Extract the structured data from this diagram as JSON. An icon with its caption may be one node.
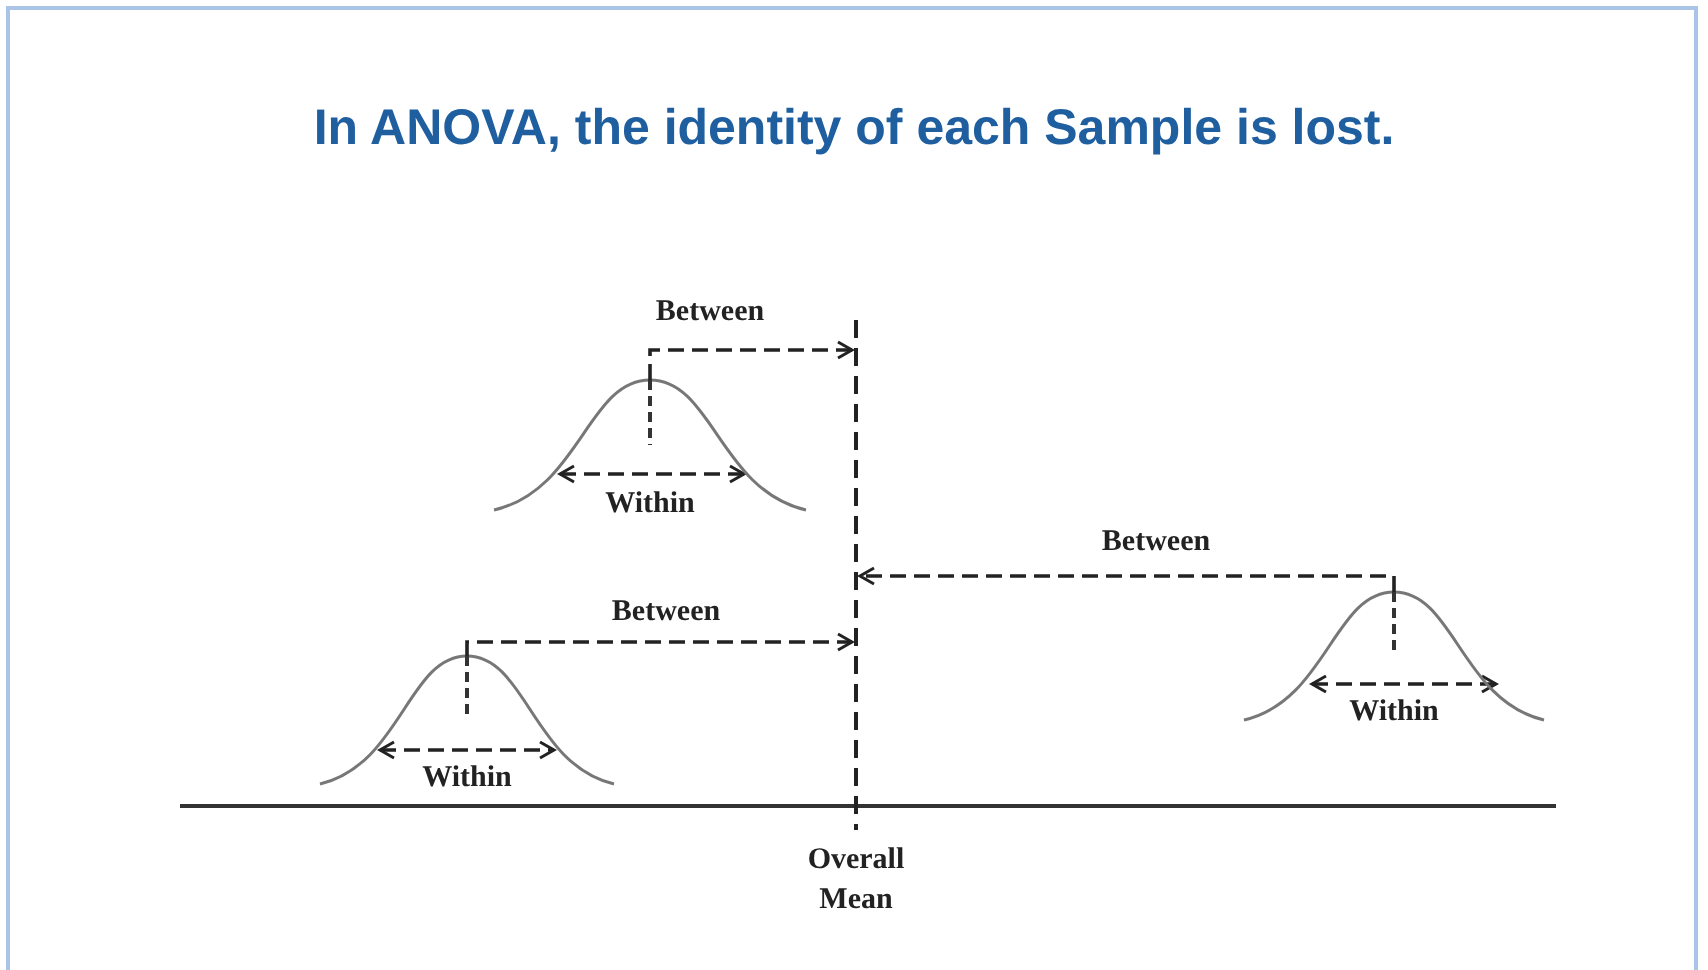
{
  "diagram": {
    "title": "In ANOVA, the identity of each Sample is lost.",
    "nodes": [
      {
        "text": [
          "Within"
        ]
      },
      {
        "text": [
          "Within"
        ]
      },
      {
        "text": [
          "Within"
        ]
      },
      {
        "text": [],
        "shape": "line",
        "beside": [
          "Overall Mean"
        ]
      }
    ],
    "edges": [
      {
        "from": 0,
        "to": 3,
        "arrow": "to",
        "label": "Between",
        "style": "dashed"
      },
      {
        "from": 2,
        "to": 3,
        "arrow": "to",
        "label": "Between",
        "style": "dashed"
      },
      {
        "from": 1,
        "to": 3,
        "arrow": "to",
        "label": "Between",
        "style": "dashed"
      }
    ]
  }
}
